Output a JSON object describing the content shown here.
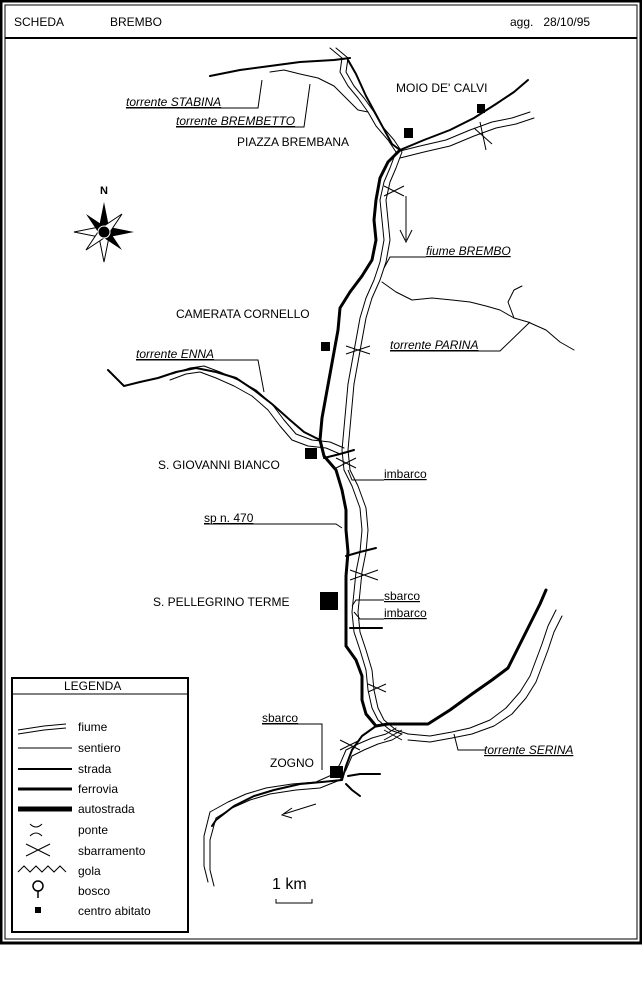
{
  "header": {
    "scheda": "SCHEDA",
    "name": "BREMBO",
    "updated": "agg.   28/10/95"
  },
  "compass": {
    "label": "N"
  },
  "places": {
    "moio": "MOIO DE' CALVI",
    "piazza": "PIAZZA BREMBANA",
    "camerata": "CAMERATA CORNELLO",
    "giovanni": "S. GIOVANNI BIANCO",
    "pellegrino": "S. PELLEGRINO TERME",
    "zogno": "ZOGNO"
  },
  "rivers": {
    "stabina": "torrente STABINA",
    "brembetto": "torrente BREMBETTO",
    "brembo": "fiume BREMBO",
    "parina": "torrente PARINA",
    "enna": "torrente ENNA",
    "serina": "torrente SERINA"
  },
  "annotations": {
    "imbarco1": "imbarco",
    "sp470": "sp n. 470",
    "sbarco1": "sbarco",
    "imbarco2": "imbarco",
    "sbarco2": "sbarco"
  },
  "legend": {
    "title": "LEGENDA",
    "items": [
      "fiume",
      "sentiero",
      "strada",
      "ferrovia",
      "autostrada",
      "ponte",
      "sbarramento",
      "gola",
      "bosco",
      "centro abitato"
    ]
  },
  "scale": {
    "label": "1 km"
  }
}
